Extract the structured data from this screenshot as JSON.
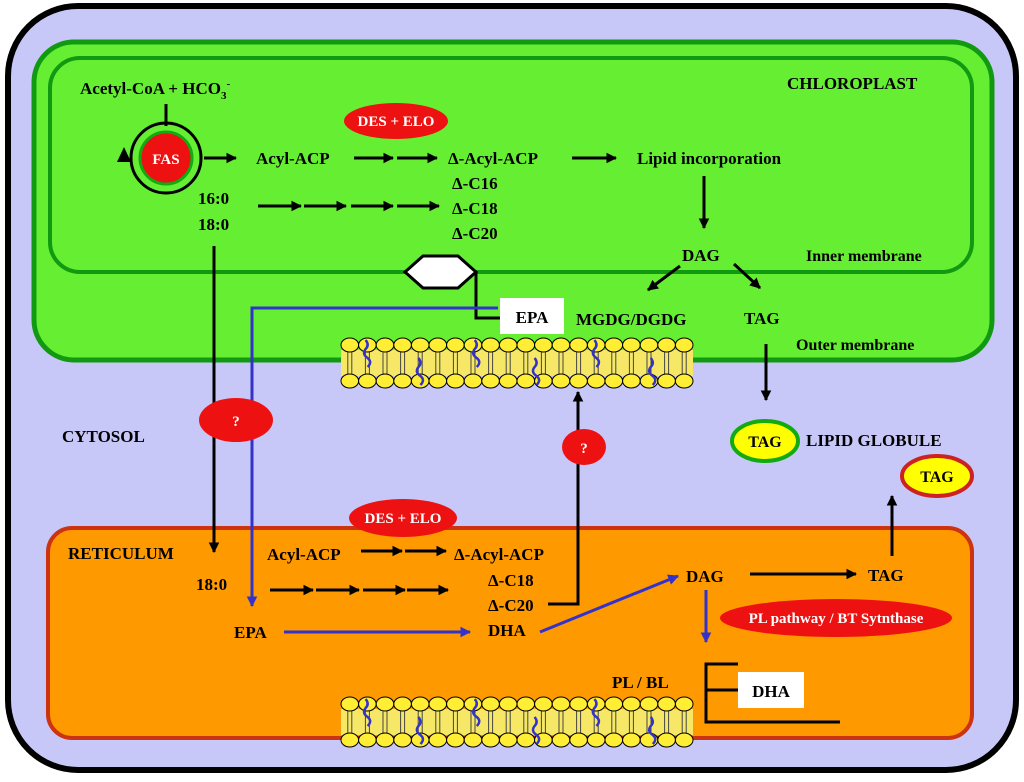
{
  "labels": {
    "chloroplast": "CHLOROPLAST",
    "cytosol": "CYTOSOL",
    "reticulum": "RETICULUM",
    "inner_membrane": "Inner membrane",
    "outer_membrane": "Outer membrane",
    "lipid_globule": "LIPID GLOBULE"
  },
  "chloroplast": {
    "substrate": "Acetyl-CoA + HCO",
    "substrate_sub": "3",
    "substrate_sup": "-",
    "fas": "FAS",
    "des_elo": "DES + ELO",
    "acyl_acp": "Acyl-ACP",
    "delta_acyl_acp": "Δ-Acyl-ACP",
    "lipid_incorporation": "Lipid incorporation",
    "c16_0": "16:0",
    "c18_0": "18:0",
    "delta_c16": "Δ-C16",
    "delta_c18": "Δ-C18",
    "delta_c20": "Δ-C20",
    "dag": "DAG",
    "mgdg_dgdg": "MGDG/DGDG",
    "tag": "TAG",
    "epa": "EPA"
  },
  "cytosol": {
    "unknown_1": "?",
    "unknown_2": "?",
    "tag_globule_1": "TAG",
    "tag_globule_2": "TAG"
  },
  "reticulum": {
    "des_elo": "DES + ELO",
    "acyl_acp": "Acyl-ACP",
    "delta_acyl_acp": "Δ-Acyl-ACP",
    "c18_0": "18:0",
    "delta_c18": "Δ-C18",
    "delta_c20": "Δ-C20",
    "epa": "EPA",
    "dha": "DHA",
    "dag": "DAG",
    "tag": "TAG",
    "pl_pathway": "PL pathway / BT Sytnthase",
    "pl_bl": "PL / BL",
    "dha_box": "DHA"
  },
  "colors": {
    "cell_bg": "#c8c8f8",
    "chloroplast_fill": "#66ee33",
    "chloroplast_stroke": "#119911",
    "reticulum_fill": "#ff9900",
    "reticulum_stroke": "#cc3311",
    "enzyme_red": "#ee1111",
    "globule_yellow": "#ffff00",
    "membrane_yellow": "#ffee33",
    "pathway_blue": "#3333cc"
  }
}
